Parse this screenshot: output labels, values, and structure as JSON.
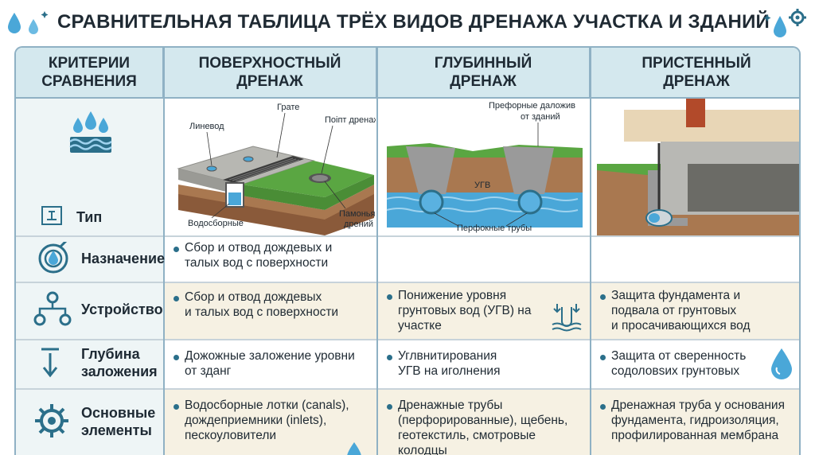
{
  "title": "СРАВНИТЕЛЬНАЯ ТАБЛИЦА ТРЁХ ВИДОВ ДРЕНАЖА УЧАСТКА И ЗДАНИЙ",
  "colors": {
    "accent": "#2b6f8a",
    "header_bg": "#d4e8ee",
    "border": "#8fb1c4",
    "beige": "#f6f1e3",
    "water": "#4aa7d8"
  },
  "headers": [
    [
      "КРИТЕРИИ",
      "СРАВНЕНИЯ"
    ],
    [
      "ПОВЕРХНОСТНЫЙ",
      "ДРЕНАЖ"
    ],
    [
      "ГЛУБИННЫЙ",
      "ДРЕНАЖ"
    ],
    [
      "ПРИСТЕННЫЙ",
      "ДРЕНАЖ"
    ]
  ],
  "criteria": [
    {
      "label": [
        "Тип"
      ],
      "icon": "water-drops-icon"
    },
    {
      "label": [
        "Назначение"
      ],
      "icon": "target-drop-icon"
    },
    {
      "label": [
        "Устройство"
      ],
      "icon": "gears-network-icon"
    },
    {
      "label": [
        "Глубина",
        "заложения"
      ],
      "icon": "depth-arrow-icon"
    },
    {
      "label": [
        "Основные",
        "элементы"
      ],
      "icon": "gear-icon"
    }
  ],
  "illustrations": {
    "surface": {
      "labels": [
        "Линевод",
        "Грате",
        "Поіпт дренаж",
        "Водосборные",
        "Памонья",
        "дрений"
      ]
    },
    "deep": {
      "labels": [
        "Префорные даложив",
        "от зданий",
        "УГВ",
        "Перфокные трубы"
      ]
    },
    "wall": {
      "labels": []
    }
  },
  "rows": {
    "purpose": [
      [
        "Сбор и отвод дождевых и",
        "талых вод с поверхности"
      ]
    ],
    "device": [
      [
        "Сбор и отвод дождевых",
        "и талых вод с поверхности"
      ],
      [
        "Понижение уровня",
        "грунтовых вод (УГВ) на",
        "участке"
      ],
      [
        "Защита фундамента и",
        "подвала от грунтовых",
        "и просачивающихся вод"
      ]
    ],
    "depth": [
      [
        "Дожожные заложение уровни",
        "от зданг"
      ],
      [
        "Углвнитирования",
        "УГВ на иголнения"
      ],
      [
        "Защита от сверенность",
        "содоловѕих грунтовых"
      ]
    ],
    "elements": [
      [
        "Водосборные лотки (canals),",
        "дождеприемники (inlets),",
        "пескоуловители"
      ],
      [
        "Дренажные трубы",
        "(перфорированные), щебень,",
        "геотекстиль, смотровые",
        "колодцы"
      ],
      [
        "Дренажная труба у основания",
        "фундамента, гидроизоляция,",
        "профилированная мембрана"
      ]
    ]
  }
}
